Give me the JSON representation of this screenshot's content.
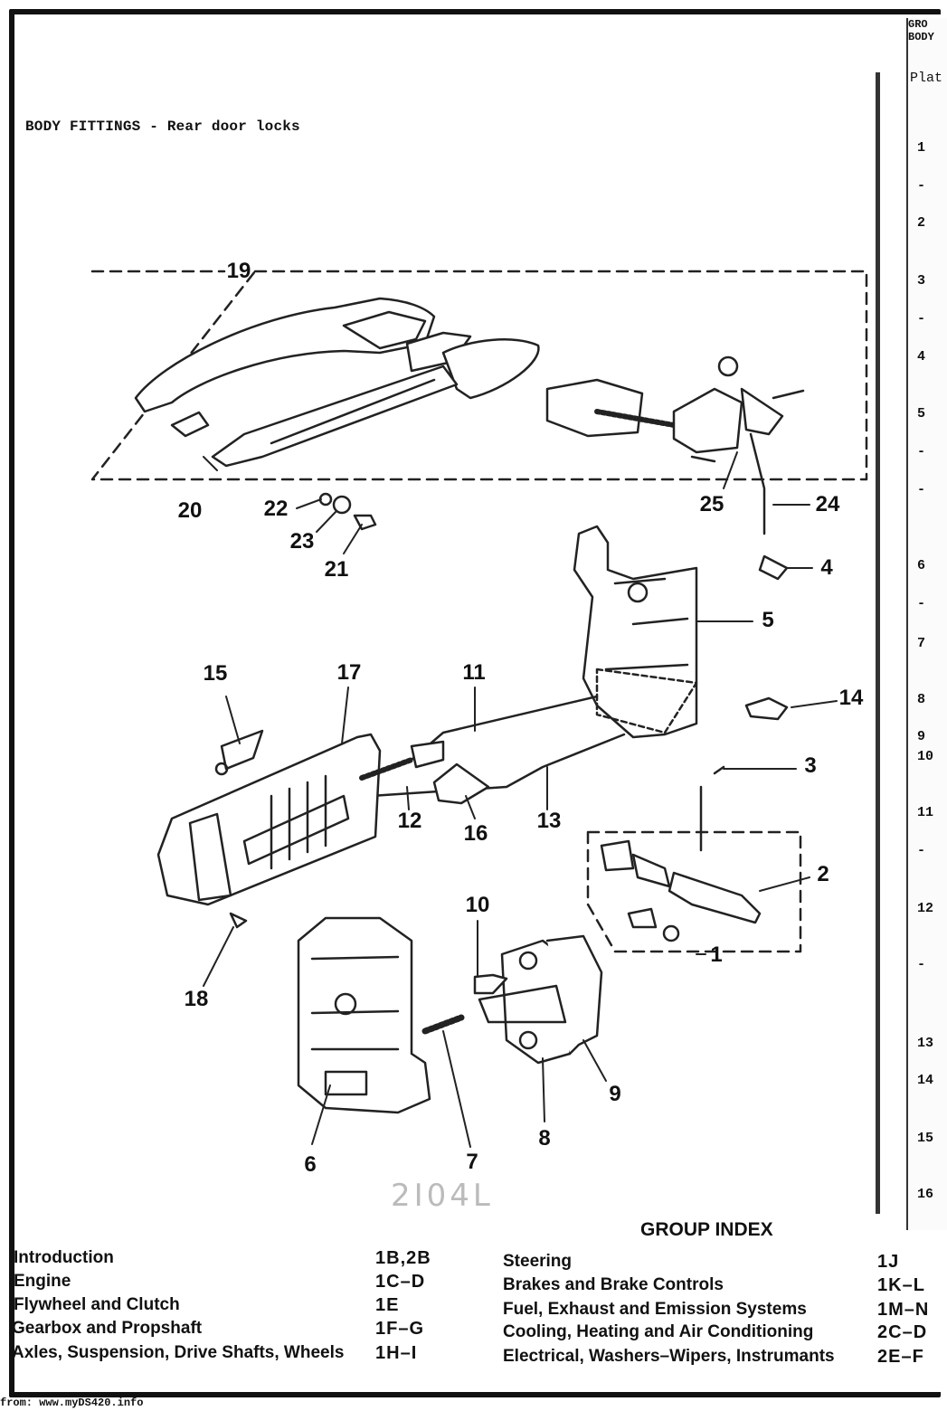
{
  "plate_title": "BODY FITTINGS - Rear door locks",
  "side_tab": {
    "head_1": "GRO",
    "head_2": "BODY",
    "plate": "Plat"
  },
  "side_items": [
    "1",
    "-",
    "2",
    "3",
    "-",
    "4",
    "5",
    "-",
    "-",
    "6",
    "-",
    "7",
    "8",
    "9",
    "10",
    "11",
    "-",
    "12",
    "-",
    "13",
    "14",
    "15",
    "16"
  ],
  "callouts": [
    "19",
    "20",
    "22",
    "23",
    "21",
    "24",
    "25",
    "4",
    "5",
    "15",
    "17",
    "11",
    "14",
    "3",
    "12",
    "16",
    "13",
    "2",
    "1",
    "10",
    "18",
    "6",
    "7",
    "8",
    "9"
  ],
  "stamp": "2I04L",
  "group_index": {
    "title": "GROUP INDEX",
    "left": [
      {
        "label": "Introduction",
        "code": "1B,2B"
      },
      {
        "label": "Engine",
        "code": "1C–D"
      },
      {
        "label": "Flywheel and Clutch",
        "code": "1E"
      },
      {
        "label": "Gearbox and Propshaft",
        "code": "1F–G"
      },
      {
        "label": "Axles, Suspension, Drive Shafts, Wheels",
        "code": "1H–I"
      }
    ],
    "right": [
      {
        "label": "Steering",
        "code": "1J"
      },
      {
        "label": "Brakes and Brake Controls",
        "code": "1K–L"
      },
      {
        "label": "Fuel, Exhaust and Emission Systems",
        "code": "1M–N"
      },
      {
        "label": "Cooling, Heating and Air Conditioning",
        "code": "2C–D"
      },
      {
        "label": "Electrical, Washers–Wipers, Instrumants",
        "code": "2E–F"
      }
    ]
  },
  "footer": "from: www.myDS420.info"
}
